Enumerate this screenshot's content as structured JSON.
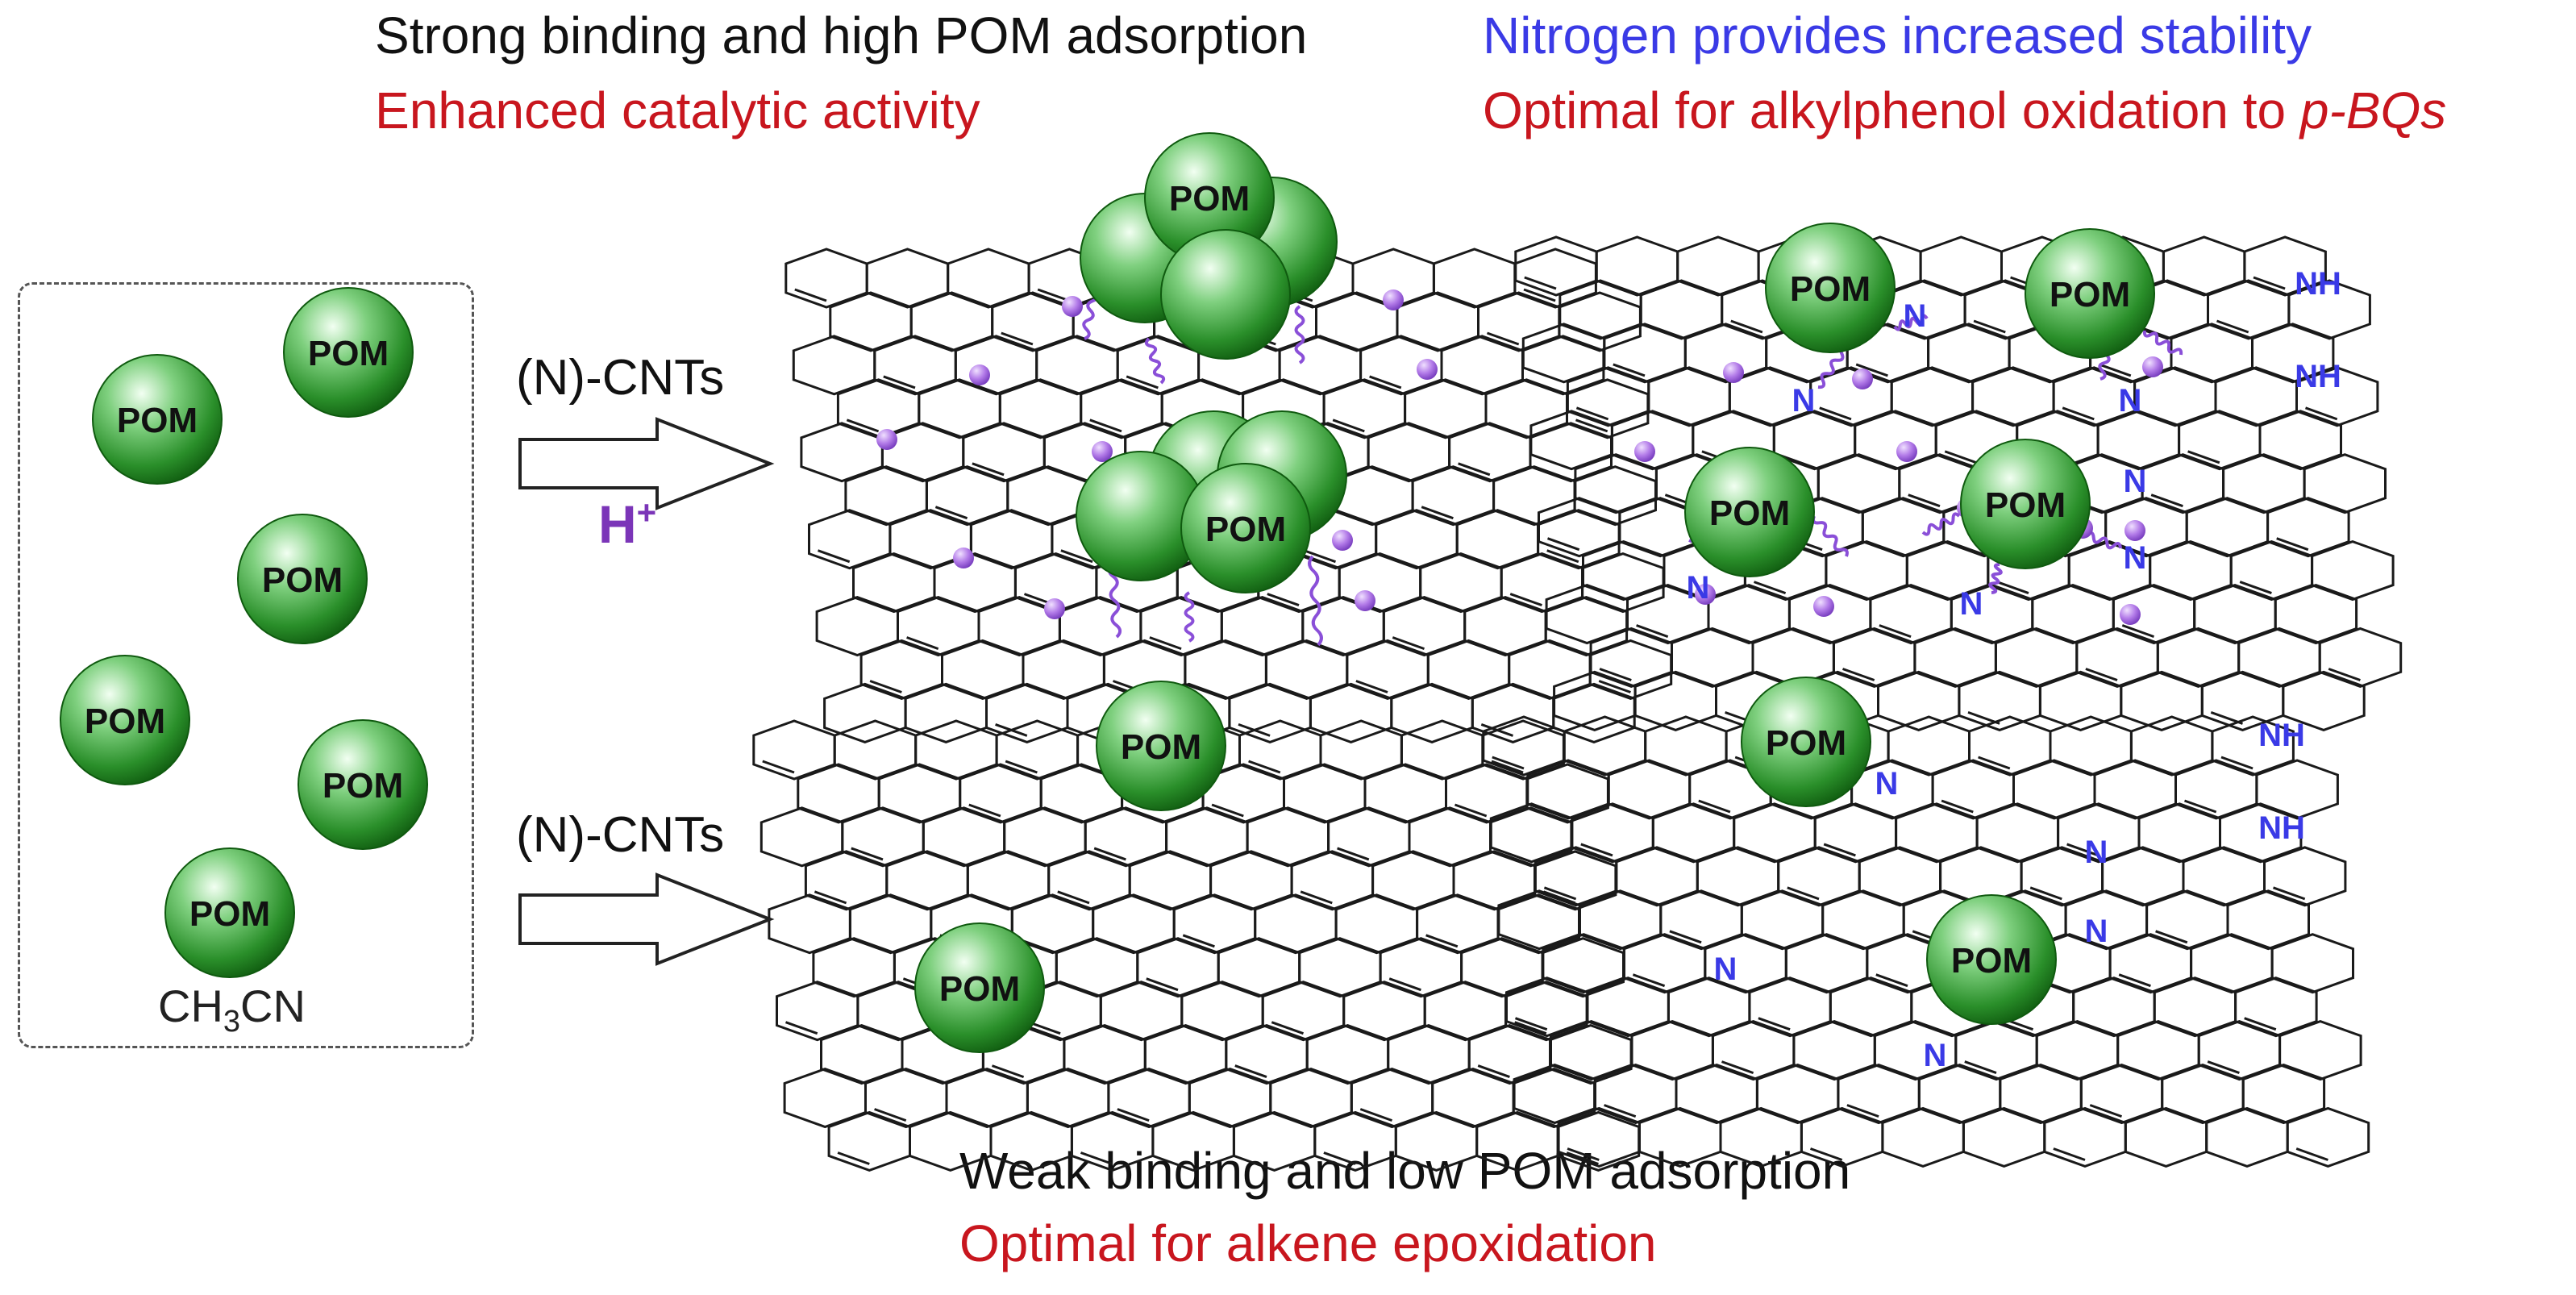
{
  "texts": {
    "top_left_line1": "Strong binding and high POM adsorption",
    "top_left_line2": "Enhanced catalytic activity",
    "top_right_line1": "Nitrogen provides increased stability",
    "top_right_line2_prefix": "Optimal for alkylphenol oxidation to ",
    "top_right_line2_italic": "p-BQs",
    "bottom_line1": "Weak binding and low POM adsorption",
    "bottom_line2": "Optimal for alkene epoxidation",
    "arrow_top_label": "(N)-CNTs",
    "arrow_bottom_label": "(N)-CNTs",
    "proton_label": "H",
    "proton_charge": "+",
    "solvent_ch": "CH",
    "solvent_sub": "3",
    "solvent_cn": "CN",
    "pom_label": "POM",
    "n_label": "N",
    "nh_label": "NH"
  },
  "colors": {
    "black_text": "#111111",
    "red_text": "#c8161e",
    "blue_text": "#3a3ae6",
    "purple": "#8a4fd8",
    "pom_green_light": "#c8f0c8",
    "pom_green_dark": "#167a16"
  }
}
